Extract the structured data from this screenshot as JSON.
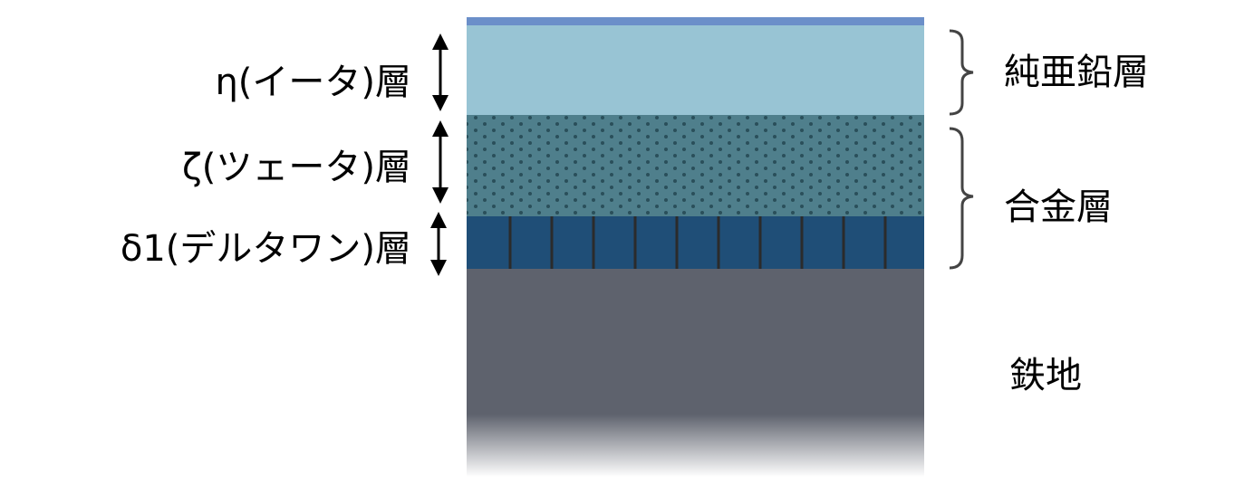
{
  "left_labels": {
    "eta": "η(イータ)層",
    "zeta": "ζ(ツェータ)層",
    "delta": "δ1(デルタワン)層"
  },
  "right_labels": {
    "pure_zinc": "純亜鉛層",
    "alloy": "合金層",
    "iron": "鉄地"
  },
  "colors": {
    "eta_layer": "#98c4d4",
    "eta_top_strip": "#6b8fc9",
    "zeta_layer": "#4f7f8c",
    "zeta_dots": "#1d3f4a",
    "delta_layer": "#1f4e77",
    "delta_lines": "#2b2b2b",
    "iron_layer": "#5e626d",
    "bracket": "#444444"
  }
}
